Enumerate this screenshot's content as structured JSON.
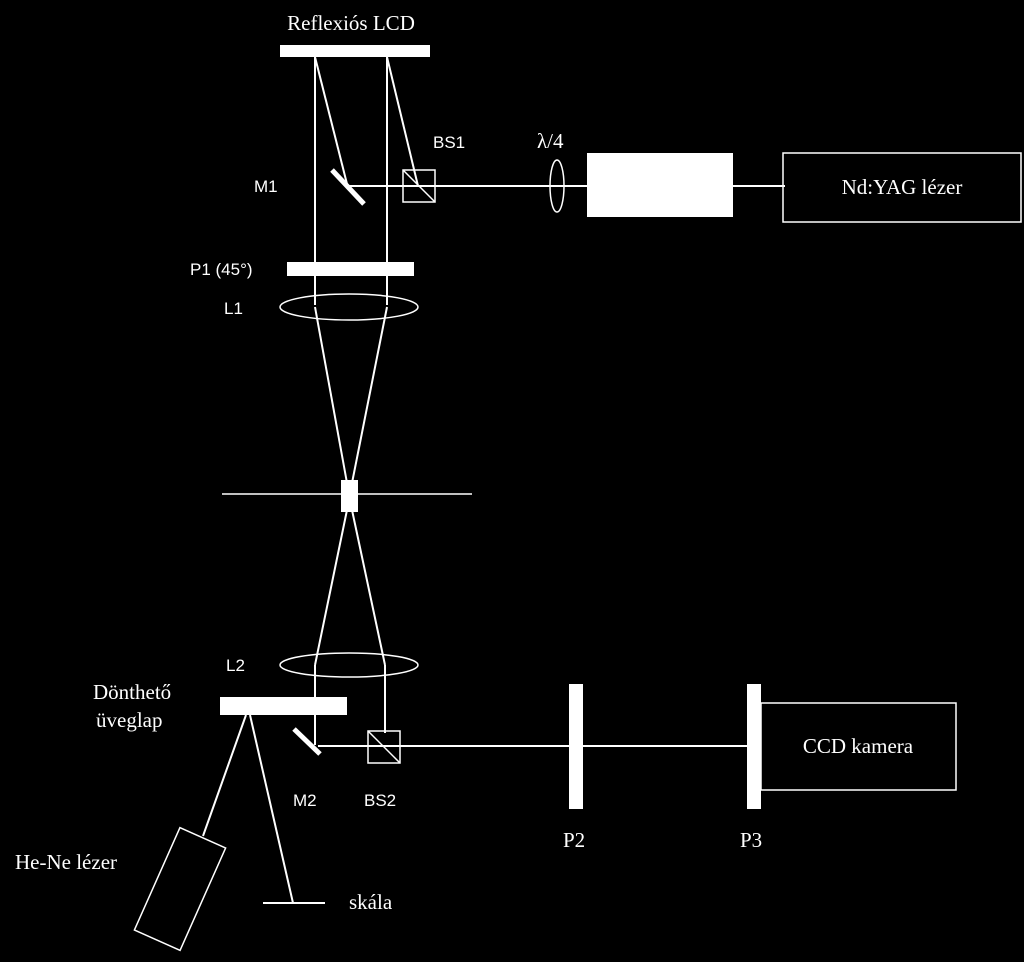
{
  "colors": {
    "background": "#000000",
    "foreground": "#ffffff"
  },
  "labels": {
    "lcd": "Reflexiós LCD",
    "bs1": "BS1",
    "lambda4": "λ/4",
    "m1": "M1",
    "nd_yag": "Nd:YAG lézer",
    "p1": "P1 (45°)",
    "l1": "L1",
    "l2": "L2",
    "tilt_plate_line1": "Dönthető",
    "tilt_plate_line2": "üveglap",
    "m2": "M2",
    "bs2": "BS2",
    "p2": "P2",
    "p3": "P3",
    "ccd": "CCD kamera",
    "he_ne": "He-Ne lézer",
    "scale": "skála"
  }
}
